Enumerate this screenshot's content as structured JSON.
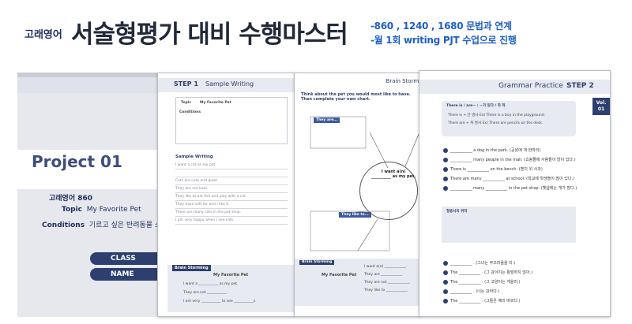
{
  "header": {
    "brand": "고래영어",
    "title": "서술형평가 대비 수행마스터",
    "note_1": "-860 , 1240 , 1680 문법과 연계",
    "note_2": "-월 1회 writing PJT 수업으로 진행"
  },
  "cover": {
    "project": "Project 01",
    "level": "고래영어 860",
    "topic_label": "Topic",
    "topic_value": "My Favorite Pet",
    "conditions_label": "Conditions",
    "conditions_value": "기르고 싶은 반려동물 소개하",
    "class_label": "CLASS",
    "name_label": "NAME"
  },
  "step1": {
    "step": "STEP 1",
    "subtitle": "Sample Writing",
    "topic_label": "Topic",
    "topic_value": "My Favorite Pet",
    "conditions_label": "Conditions",
    "sample_writing_label": "Sample Writing",
    "lines": [
      "I want a cat as my pet.",
      "",
      "Cats are cute and quiet.",
      "They are not loud.",
      "They like to eat fish and play with a cat.",
      "They have soft fur and I like it.",
      "There are many cats in the pet shop.",
      "I am very happy when I see cats."
    ],
    "brainstorm_label": "Brain Storming",
    "bs_title": "My Favorite Pet",
    "bs_lines": [
      "I want a ___________ as my pet.",
      "They are not ___________.",
      "I am very ___________ to see ___________s."
    ]
  },
  "brainstorm": {
    "title": "Brain Storming",
    "instruction_1": "Think about the pet you would most like to have.",
    "instruction_2": "Then complete your own chart.",
    "they_are": "They are...",
    "they_like": "They like to...",
    "center_1": "I want a(n)",
    "center_2": "__________ as my pet.",
    "bs_label": "Brain Storming",
    "bs_title": "My Favorite Pet",
    "bs_lines": [
      "I want a(n) ____________.",
      "They are ____________.",
      "They are not ____________.",
      "They like to ____________."
    ]
  },
  "grammar": {
    "title": "Grammar Practice",
    "step": "STEP 2",
    "vol_label": "Vol.",
    "vol_num": "01",
    "rule_title": "There is / are~ : ~가 있다 / 하 하",
    "rule_1": "There is + 단 명사  Ex) There is a boy in the playground.",
    "rule_2": "There are + 복 명사  Ex) There are pencils on the desk.",
    "questions": [
      "___________ a dog in the park. (공원에 개 한마리)",
      "___________ many people in the mall. (쇼핑몰에 사람들이 많이 있다.)",
      "There is ___________ on the bench. (벤치 위 사과)",
      "There are many ___________ at school. (학교에 학생들이 많이 있다.)",
      "___________ many ___________ in the pet shop. (펫샵에는 개가 많다.)"
    ],
    "rule2_title": "형용사의 위치",
    "bottom": [
      "___________ . (그녀는 부끄러움을 타.)",
      "The ___________ . (그 강아지는 활발하지 않아.)",
      "The ___________ . (그 고양이는 게을러.)",
      "___________ . (너는 강하다.)",
      "The ___________ . (그들은 예의 바르다.)"
    ]
  }
}
